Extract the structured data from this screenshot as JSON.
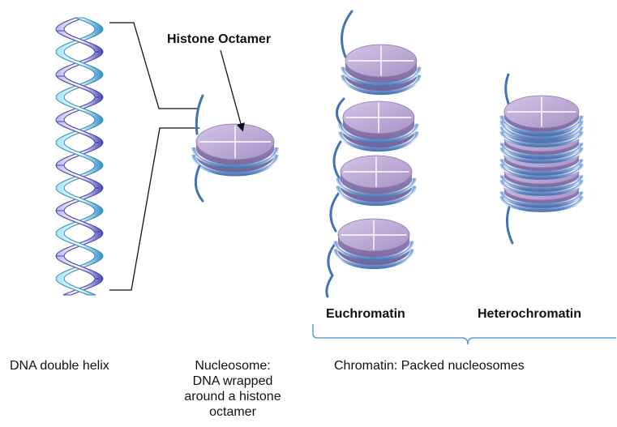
{
  "labels": {
    "histone_octamer": "Histone Octamer",
    "euchromatin": "Euchromatin",
    "heterochromatin": "Heterochromatin",
    "dna_double_helix": "DNA double helix",
    "nucleosome": "Nucleosome:\nDNA wrapped\naround a histone\noctamer",
    "chromatin": "Chromatin: Packed nucleosomes"
  },
  "colors": {
    "disc_top": "#b9a3d3",
    "disc_top_light": "#cdbde0",
    "disc_side": "#8d7ab0",
    "dna_band": "#5c86c6",
    "dna_light": "#9ec2ea",
    "strand": "#3f74b5",
    "helix_a_light": "#a8e0f3",
    "helix_a_dark": "#2b8fc2",
    "helix_b_light": "#b9b8ec",
    "helix_b_dark": "#4a48b0",
    "bracket": "#5b9bd5",
    "line": "#111111"
  },
  "icons": [
    "dna-double-helix",
    "nucleosome",
    "euchromatin-stack",
    "heterochromatin-stack",
    "arrow",
    "curly-brace"
  ]
}
